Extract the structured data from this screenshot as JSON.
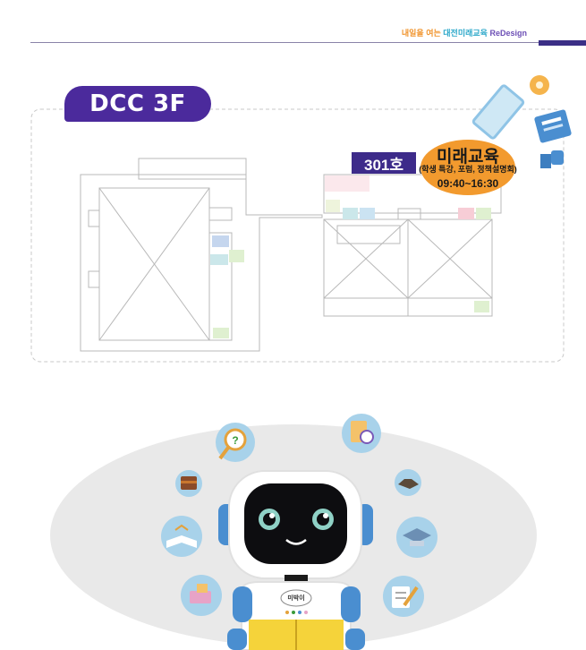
{
  "header": {
    "brand_part1": "내일을 여는",
    "brand_part2": "대전미래교육",
    "brand_part3": "ReDesign"
  },
  "floor": {
    "label": "DCC 3F"
  },
  "room": {
    "number": "301호",
    "event_title": "미래교육",
    "event_subtitle": "(학생 특강, 포럼, 정책설명회)",
    "event_time": "09:40~16:30"
  },
  "robot": {
    "badge": "미박이"
  },
  "colors": {
    "accent_purple": "#4b2a9c",
    "accent_orange": "#f29a2e",
    "brand_teal": "#2aa7c9"
  },
  "icons": [
    "paintbrush-icon",
    "disc-icon",
    "newspaper-icon",
    "thumbs-up-icon",
    "question-magnifier-icon",
    "document-magnifier-icon",
    "treasure-chest-icon",
    "handshake-icon",
    "open-book-icon",
    "graduation-cap-icon",
    "stationery-icon",
    "checklist-pencil-icon"
  ]
}
